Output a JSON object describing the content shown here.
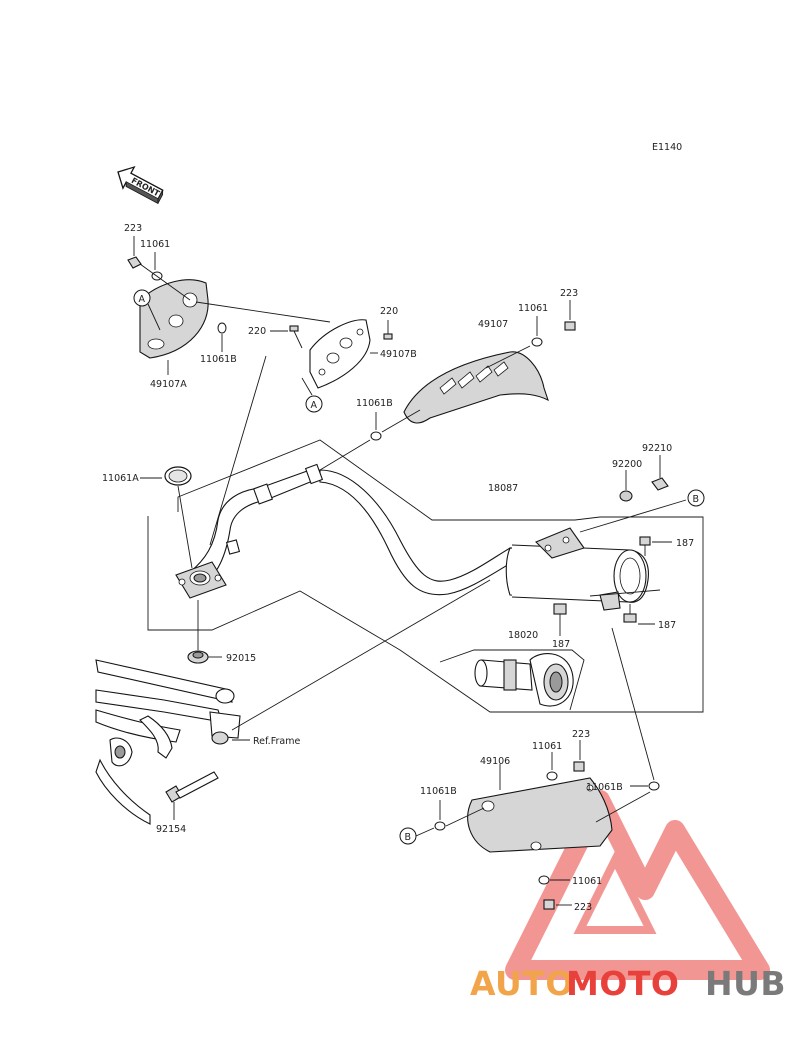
{
  "diagram": {
    "code": "E1140",
    "front_label": "FRONT",
    "ref_frame": "Ref.Frame"
  },
  "labels": {
    "223_a": "223",
    "11061_a": "11061",
    "A_left": "A",
    "11061B_a": "11061B",
    "49107A": "49107A",
    "220_a": "220",
    "220_b": "220",
    "49107B": "49107B",
    "A_mid": "A",
    "49107": "49107",
    "11061_b": "11061",
    "223_b": "223",
    "11061B_b": "11061B",
    "11061A": "11061A",
    "18087": "18087",
    "92200": "92200",
    "92210": "92210",
    "B_right": "B",
    "187_a": "187",
    "187_b": "187",
    "187_c": "187",
    "18020": "18020",
    "92015": "92015",
    "92154": "92154",
    "223_c": "223",
    "11061_c": "11061",
    "49106": "49106",
    "11061B_c": "11061B",
    "11061B_d": "11061B",
    "B_left": "B",
    "11061_d": "11061",
    "223_d": "223"
  },
  "watermark": {
    "part1": "AUTO",
    "part2": "MOTO",
    "part3": "HUB",
    "color1": "#f2a44a",
    "color2": "#e8413c",
    "color3": "#7a7a7a"
  }
}
